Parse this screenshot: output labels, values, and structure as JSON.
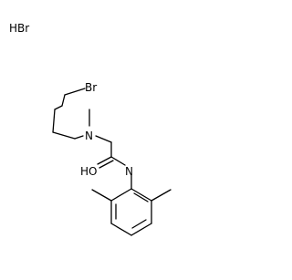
{
  "molecule": {
    "salt_label": "HBr",
    "atoms": {
      "bromine": "Br",
      "amine_nitrogen": "N",
      "hydroxyl": "HO",
      "amide_nitrogen": "N"
    }
  }
}
